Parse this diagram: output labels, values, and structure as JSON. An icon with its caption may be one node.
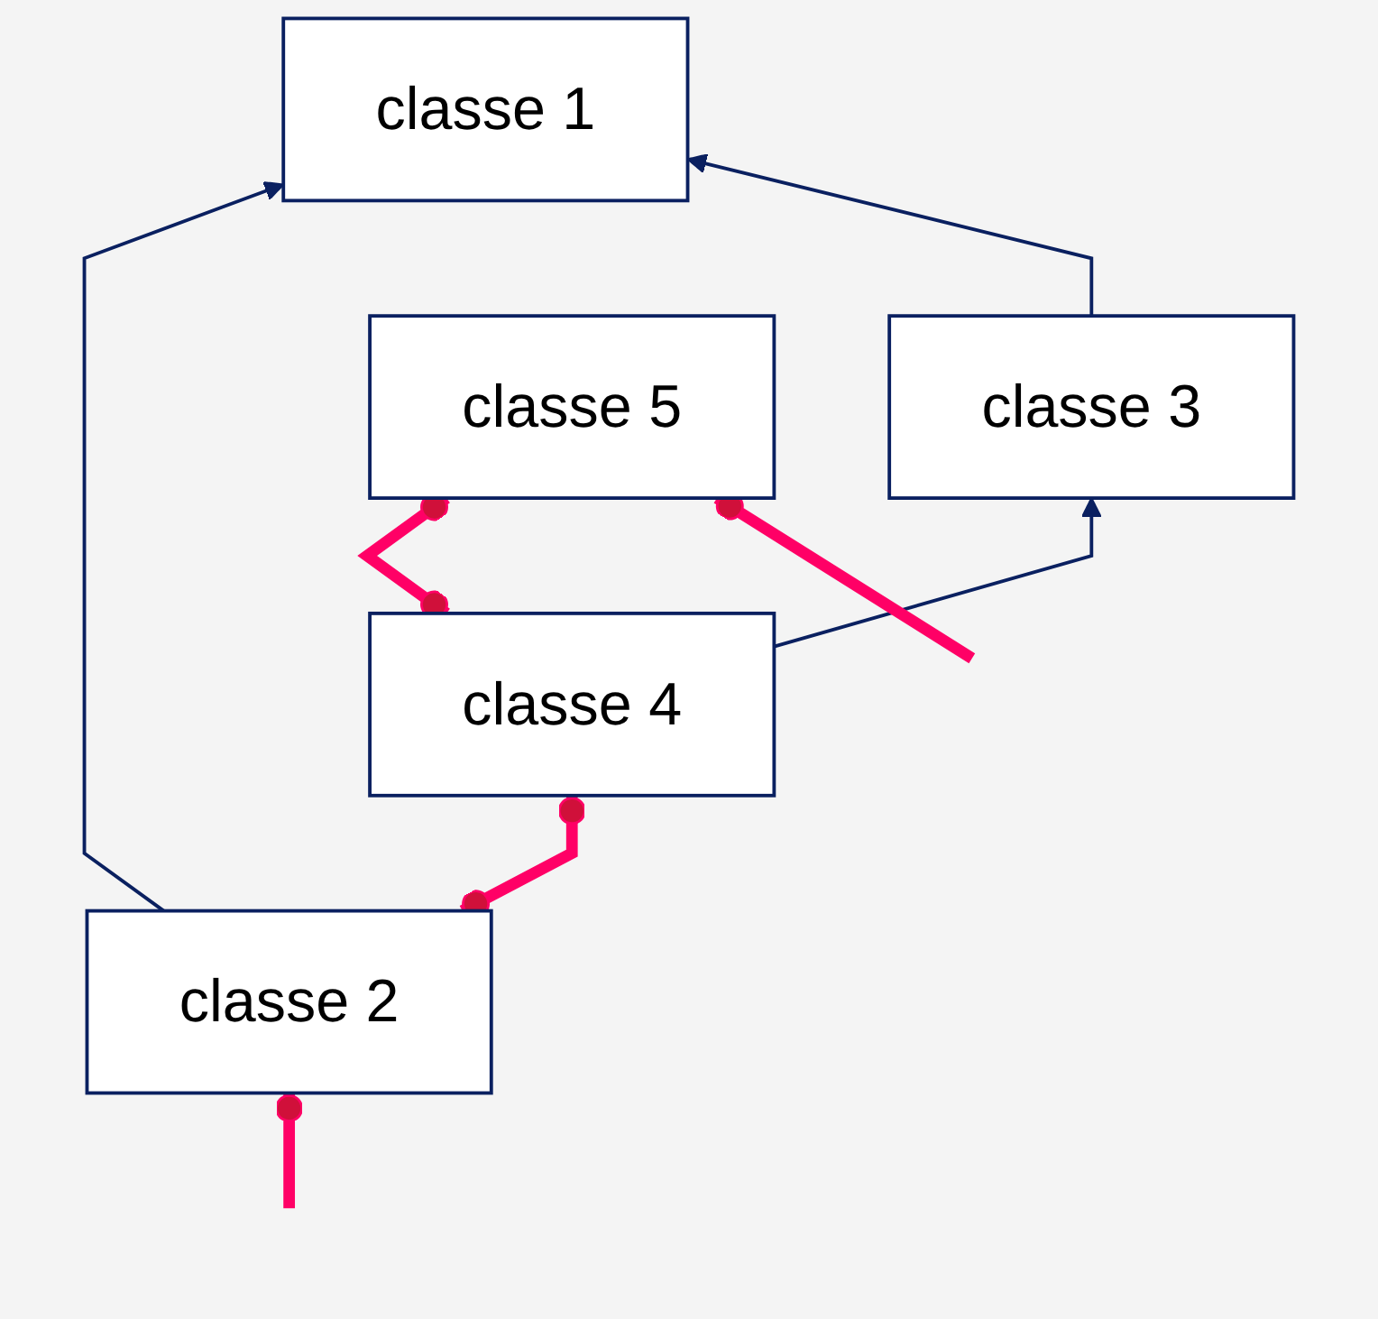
{
  "diagram": {
    "nodes": [
      {
        "text": [
          "classe 1"
        ]
      },
      {
        "text": [
          "classe 2"
        ]
      },
      {
        "text": [
          "classe 3"
        ]
      },
      {
        "text": [
          "classe 4"
        ]
      },
      {
        "text": [
          "classe 5"
        ]
      }
    ],
    "edges": [
      {
        "from": 1,
        "to": 0,
        "arrow": "to",
        "color": "#0a2060"
      },
      {
        "from": 2,
        "to": 0,
        "arrow": "to",
        "color": "#0a2060"
      },
      {
        "from": 3,
        "to": 2,
        "arrow": "to",
        "color": "#0a2060"
      },
      {
        "from": null,
        "to": 1,
        "arrow": "other"
      },
      {
        "from": 1,
        "to": 3,
        "arrow": "other"
      },
      {
        "from": 3,
        "to": 4,
        "arrow": "other"
      },
      {
        "from": 4,
        "to": null,
        "arrow": "other"
      }
    ]
  }
}
